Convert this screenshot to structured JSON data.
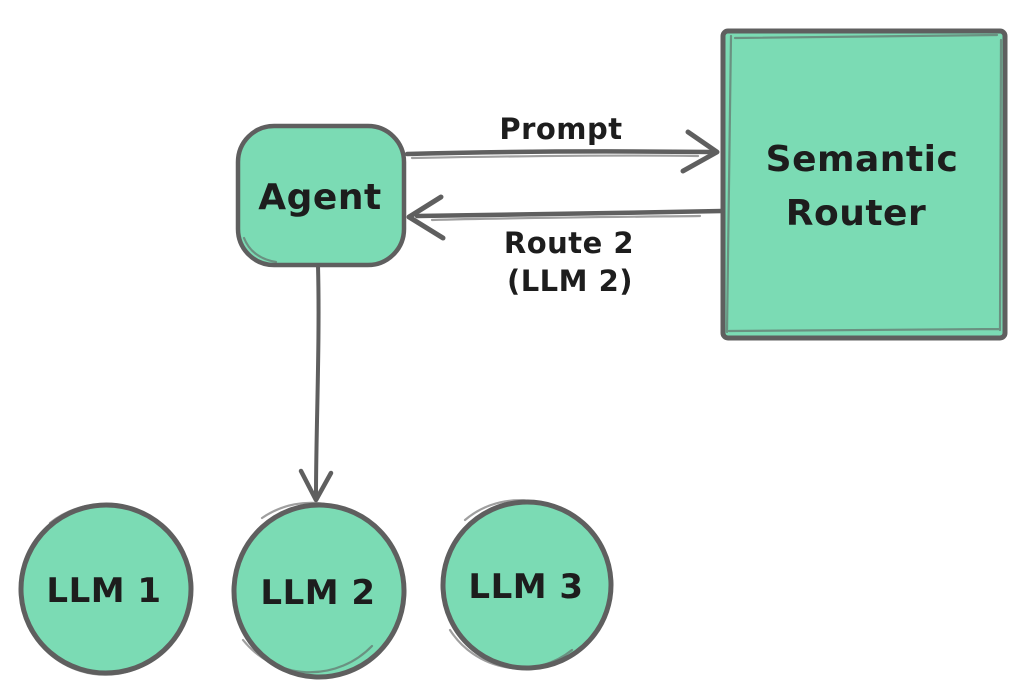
{
  "canvas": {
    "background": "#ffffff"
  },
  "colors": {
    "background": "#ffffff",
    "node_fill": "#7bdbb4",
    "line": "#5f5f5f",
    "text": "#1d1d1d"
  },
  "nodes": {
    "agent": {
      "label": "Agent",
      "shape": "rounded-rect"
    },
    "semantic_router": {
      "label_line1": "Semantic",
      "label_line2": "Router",
      "shape": "rect"
    },
    "llm1": {
      "label": "LLM 1",
      "shape": "circle"
    },
    "llm2": {
      "label": "LLM 2",
      "shape": "circle"
    },
    "llm3": {
      "label": "LLM 3",
      "shape": "circle"
    }
  },
  "edges": {
    "prompt": {
      "label": "Prompt",
      "from": "agent",
      "to": "semantic_router",
      "direction": "right"
    },
    "route": {
      "label_line1": "Route 2",
      "label_line2": "(LLM 2)",
      "from": "semantic_router",
      "to": "agent",
      "direction": "left"
    },
    "agent_to_llm2": {
      "label": "",
      "from": "agent",
      "to": "llm2",
      "direction": "down"
    }
  }
}
